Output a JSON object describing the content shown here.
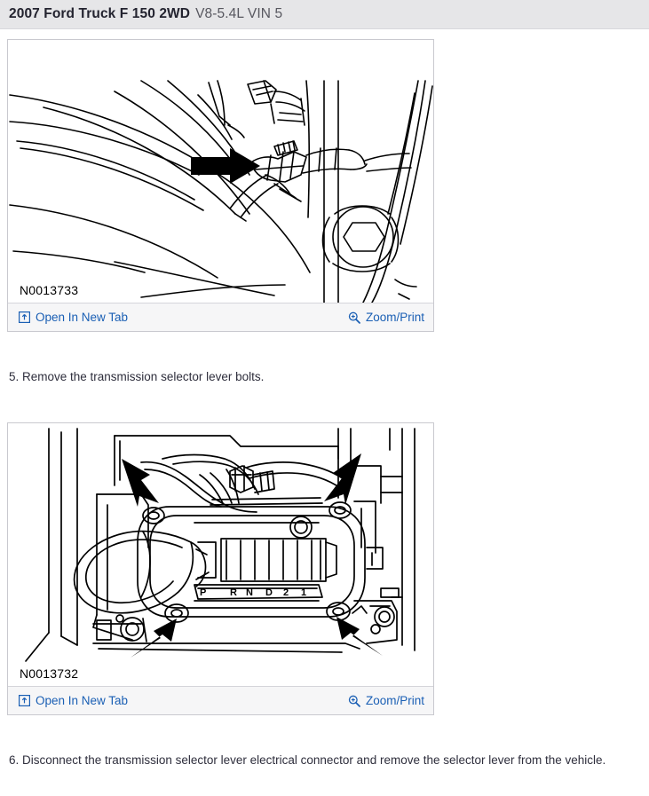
{
  "header": {
    "vehicle": "2007 Ford Truck F 150 2WD",
    "engine": "V8-5.4L VIN 5"
  },
  "figures": [
    {
      "id": "N0013733",
      "alt": "Line drawing of transmission selector lever electrical connector with arrow",
      "toolbar": {
        "open_in_new_tab": "Open In New Tab",
        "open_icon": "open-in-new-window-icon",
        "zoom_print": "Zoom/Print",
        "zoom_icon": "magnifier-plus-icon"
      }
    },
    {
      "id": "N0013732",
      "alt": "Line drawing of transmission selector lever assembly with four arrows indicating bolts",
      "toolbar": {
        "open_in_new_tab": "Open In New Tab",
        "open_icon": "open-in-new-window-icon",
        "zoom_print": "Zoom/Print",
        "zoom_icon": "magnifier-plus-icon"
      }
    }
  ],
  "steps": [
    {
      "number": "5.",
      "text": "5. Remove the transmission selector lever bolts."
    },
    {
      "number": "6.",
      "text": "6. Disconnect the transmission selector lever electrical connector and remove the selector lever from the vehicle."
    }
  ],
  "shift_pattern": {
    "letters": [
      "P",
      "R",
      "N",
      "D",
      "2",
      "1"
    ],
    "note": "PRND21 selector gate markings"
  },
  "colors": {
    "header_background": "#e6e6e8",
    "link_blue": "#1a5fb4",
    "body_text": "#2e2e3c",
    "toolbar_background": "#f6f6f7",
    "figure_border": "#c9c9cf",
    "line_art": "#000000"
  }
}
